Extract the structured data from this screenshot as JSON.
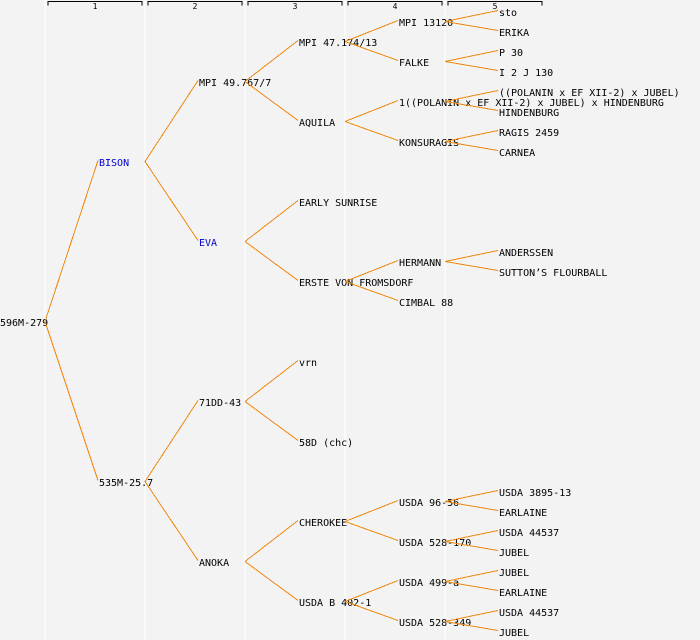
{
  "columns": [
    "1",
    "2",
    "3",
    "4",
    "5"
  ],
  "colors": {
    "background": "#f3f3f3",
    "line": "#f0880e",
    "text": "#000000",
    "highlight": "#0000cc"
  },
  "pedigree": {
    "name": "596M-279",
    "parents": [
      {
        "name": "BISON",
        "highlight": true,
        "parents": [
          {
            "name": "MPI 49.767/7",
            "parents": [
              {
                "name": "MPI 47.174/13",
                "parents": [
                  {
                    "name": "MPI 13120",
                    "parents": [
                      {
                        "name": "sto"
                      },
                      {
                        "name": "ERIKA"
                      }
                    ]
                  },
                  {
                    "name": "FALKE",
                    "parents": [
                      {
                        "name": "P 30"
                      },
                      {
                        "name": "I 2 J 130"
                      }
                    ]
                  }
                ]
              },
              {
                "name": "AQUILA",
                "parents": [
                  {
                    "name": "1((POLANIN x EF XII-2) x JUBEL) x HINDENBURG",
                    "parents": [
                      {
                        "name": "((POLANIN x EF XII-2) x JUBEL)"
                      },
                      {
                        "name": "HINDENBURG"
                      }
                    ]
                  },
                  {
                    "name": "KONSURAGIS",
                    "parents": [
                      {
                        "name": "RAGIS 2459"
                      },
                      {
                        "name": "CARNEA"
                      }
                    ]
                  }
                ]
              }
            ]
          },
          {
            "name": "EVA",
            "highlight": true,
            "parents": [
              {
                "name": "EARLY SUNRISE"
              },
              {
                "name": "ERSTE VON FROMSDORF",
                "parents": [
                  {
                    "name": "HERMANN",
                    "parents": [
                      {
                        "name": "ANDERSSEN"
                      },
                      {
                        "name": "SUTTON’S FLOURBALL"
                      }
                    ]
                  },
                  {
                    "name": "CIMBAL 88"
                  }
                ]
              }
            ]
          }
        ]
      },
      {
        "name": "535M-25.7",
        "parents": [
          {
            "name": "71DD-43",
            "parents": [
              {
                "name": "vrn"
              },
              {
                "name": "58D (chc)"
              }
            ]
          },
          {
            "name": "ANOKA",
            "parents": [
              {
                "name": "CHEROKEE",
                "parents": [
                  {
                    "name": "USDA 96-56",
                    "parents": [
                      {
                        "name": "USDA 3895-13"
                      },
                      {
                        "name": "EARLAINE"
                      }
                    ]
                  },
                  {
                    "name": "USDA 528-170",
                    "parents": [
                      {
                        "name": "USDA 44537"
                      },
                      {
                        "name": "JUBEL"
                      }
                    ]
                  }
                ]
              },
              {
                "name": "USDA B 402-1",
                "parents": [
                  {
                    "name": "USDA 499-a",
                    "parents": [
                      {
                        "name": "JUBEL"
                      },
                      {
                        "name": "EARLAINE"
                      }
                    ]
                  },
                  {
                    "name": "USDA 528-349",
                    "parents": [
                      {
                        "name": "USDA 44537"
                      },
                      {
                        "name": "JUBEL"
                      }
                    ]
                  }
                ]
              }
            ]
          }
        ]
      }
    ]
  }
}
